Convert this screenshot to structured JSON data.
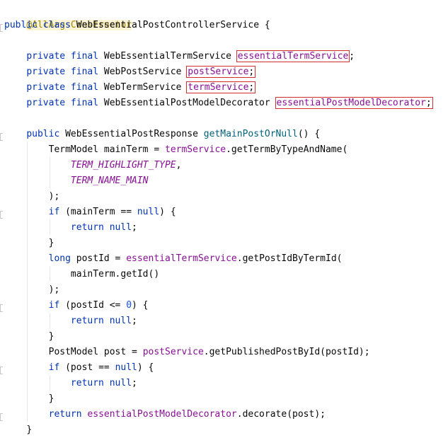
{
  "code": {
    "annotation": "@AllArgsConstructor",
    "class_decl": {
      "kw": "public class",
      "name": "WebEssentialPostControllerService",
      "open": "{"
    },
    "fields": [
      {
        "mods": "private final",
        "type": "WebEssentialTermService",
        "name": "essentialTermService",
        "end": ";"
      },
      {
        "mods": "private final",
        "type": "WebPostService",
        "name": "postService",
        "end": ";"
      },
      {
        "mods": "private final",
        "type": "WebTermService",
        "name": "termService",
        "end": ";"
      },
      {
        "mods": "private final",
        "type": "WebEssentialPostModelDecorator",
        "name": "essentialPostModelDecorator",
        "end": ";"
      }
    ],
    "method_decl": {
      "kw": "public",
      "ret": "WebEssentialPostResponse",
      "name": "getMainPostOrNull",
      "rest": "() {"
    },
    "l_term1": {
      "pre": "TermModel mainTerm = ",
      "obj": "termService",
      "call": ".getTermByTypeAndName("
    },
    "l_const1": {
      "name": "TERM_HIGHLIGHT_TYPE",
      "end": ","
    },
    "l_const2": {
      "name": "TERM_NAME_MAIN"
    },
    "l_close1": ");",
    "l_if1": {
      "kw": "if",
      "mid": " (mainTerm == ",
      "nul": "null",
      "end": ") {"
    },
    "l_ret1": {
      "kw": "return",
      "nul": "null",
      "end": ";"
    },
    "l_brace1": "}",
    "l_long": {
      "kw": "long",
      "mid": " postId = ",
      "obj": "essentialTermService",
      "call": ".getPostIdByTermId("
    },
    "l_arg": "mainTerm.getId()",
    "l_close2": ");",
    "l_if2": {
      "kw": "if",
      "mid": " (postId <= ",
      "num": "0",
      "end": ") {"
    },
    "l_ret2": {
      "kw": "return",
      "nul": "null",
      "end": ";"
    },
    "l_brace2": "}",
    "l_post": {
      "pre": "PostModel post = ",
      "obj": "postService",
      "call": ".getPublishedPostById(postId);"
    },
    "l_if3": {
      "kw": "if",
      "mid": " (post == ",
      "nul": "null",
      "end": ") {"
    },
    "l_ret3": {
      "kw": "return",
      "nul": "null",
      "end": ";"
    },
    "l_brace3": "}",
    "l_final": {
      "kw": "return",
      "obj": "essentialPostModelDecorator",
      "call": ".decorate(post);"
    },
    "l_method_close": "}"
  },
  "colors": {
    "keyword": "#0033b3",
    "field": "#871094",
    "annotation": "#9e880d",
    "number": "#1750eb",
    "highlight_box": "#d12f2f"
  }
}
